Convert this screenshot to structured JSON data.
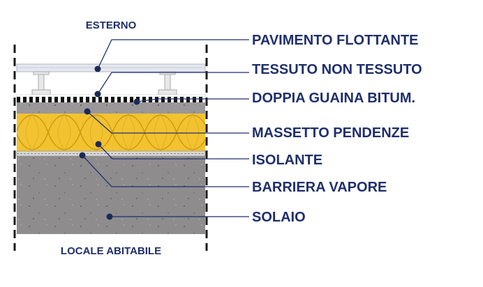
{
  "labels": {
    "top": "ESTERNO",
    "bottom": "LOCALE ABITABILE"
  },
  "layers": [
    {
      "label": "PAVIMENTO FLOTTANTE"
    },
    {
      "label": "TESSUTO NON TESSUTO"
    },
    {
      "label": "DOPPIA GUAINA BITUM."
    },
    {
      "label": "MASSETTO PENDENZE"
    },
    {
      "label": "ISOLANTE"
    },
    {
      "label": "BARRIERA VAPORE"
    },
    {
      "label": "SOLAIO"
    }
  ],
  "colors": {
    "text": "#1f2f6b",
    "leader_line": "#1f2f6b",
    "concrete": "#8f8c8e",
    "screed": "#9a9799",
    "insulation": "#f2c230",
    "floor_panel": "#e4e7ee",
    "membrane": "#111111"
  }
}
